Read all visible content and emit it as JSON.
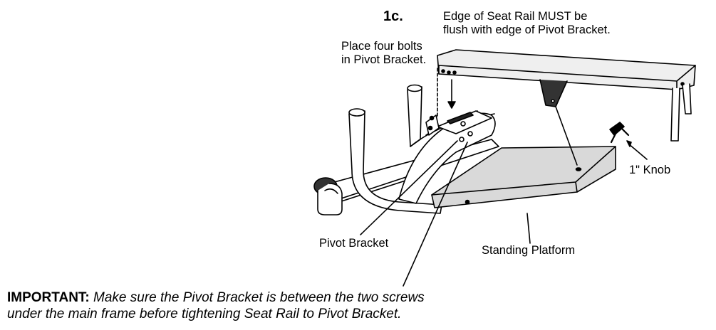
{
  "step_label": "1c.",
  "notes": {
    "edge_line1": "Edge of Seat Rail MUST be",
    "edge_line2": "flush with edge of Pivot Bracket.",
    "bolts_line1": "Place four bolts",
    "bolts_line2": "in Pivot Bracket."
  },
  "labels": {
    "knob": "1\" Knob",
    "pivot_bracket": "Pivot Bracket",
    "standing_platform": "Standing Platform"
  },
  "important": {
    "lead": "IMPORTANT:",
    "line1": "Make sure the Pivot Bracket is between the two screws",
    "line2": "under the main frame before tightening Seat Rail to Pivot Bracket."
  },
  "colors": {
    "line": "#000000",
    "platform_fill": "#d9d9d9",
    "rail_fill": "#efefef",
    "dark_part": "#333333"
  }
}
